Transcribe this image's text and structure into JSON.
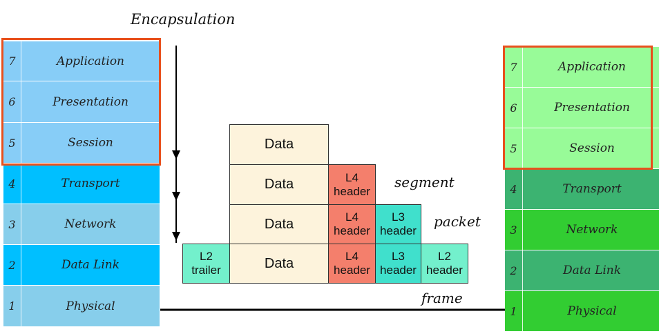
{
  "title": "Encapsulation",
  "left_stack": {
    "layers": [
      {
        "num": "7",
        "name": "Application",
        "color": "#87cdf7"
      },
      {
        "num": "6",
        "name": "Presentation",
        "color": "#87cdf7"
      },
      {
        "num": "5",
        "name": "Session",
        "color": "#87cdf7"
      },
      {
        "num": "4",
        "name": "Transport",
        "color": "#00bfff"
      },
      {
        "num": "3",
        "name": "Network",
        "color": "#87ceeb"
      },
      {
        "num": "2",
        "name": "Data Link",
        "color": "#00bfff"
      },
      {
        "num": "1",
        "name": "Physical",
        "color": "#87ceeb"
      }
    ]
  },
  "right_stack": {
    "layers": [
      {
        "num": "7",
        "name": "Application",
        "color": "#98fb98"
      },
      {
        "num": "6",
        "name": "Presentation",
        "color": "#98fb98"
      },
      {
        "num": "5",
        "name": "Session",
        "color": "#98fb98"
      },
      {
        "num": "4",
        "name": "Transport",
        "color": "#3cb371"
      },
      {
        "num": "3",
        "name": "Network",
        "color": "#32cd32"
      },
      {
        "num": "2",
        "name": "Data Link",
        "color": "#3cb371"
      },
      {
        "num": "1",
        "name": "Physical",
        "color": "#32cd32"
      }
    ]
  },
  "highlight_color": "#e8501c",
  "pdu_labels": {
    "segment": "segment",
    "packet": "packet",
    "frame": "frame"
  },
  "cells": {
    "data": "Data",
    "l4_header": [
      "L4",
      "header"
    ],
    "l3_header": [
      "L3",
      "header"
    ],
    "l2_header": [
      "L2",
      "header"
    ],
    "l2_trailer": [
      "L2",
      "trailer"
    ]
  },
  "colors": {
    "data": "#fdf3dc",
    "l4": "#f47f6c",
    "l3": "#40e0cc",
    "l2": "#73f0cc"
  }
}
